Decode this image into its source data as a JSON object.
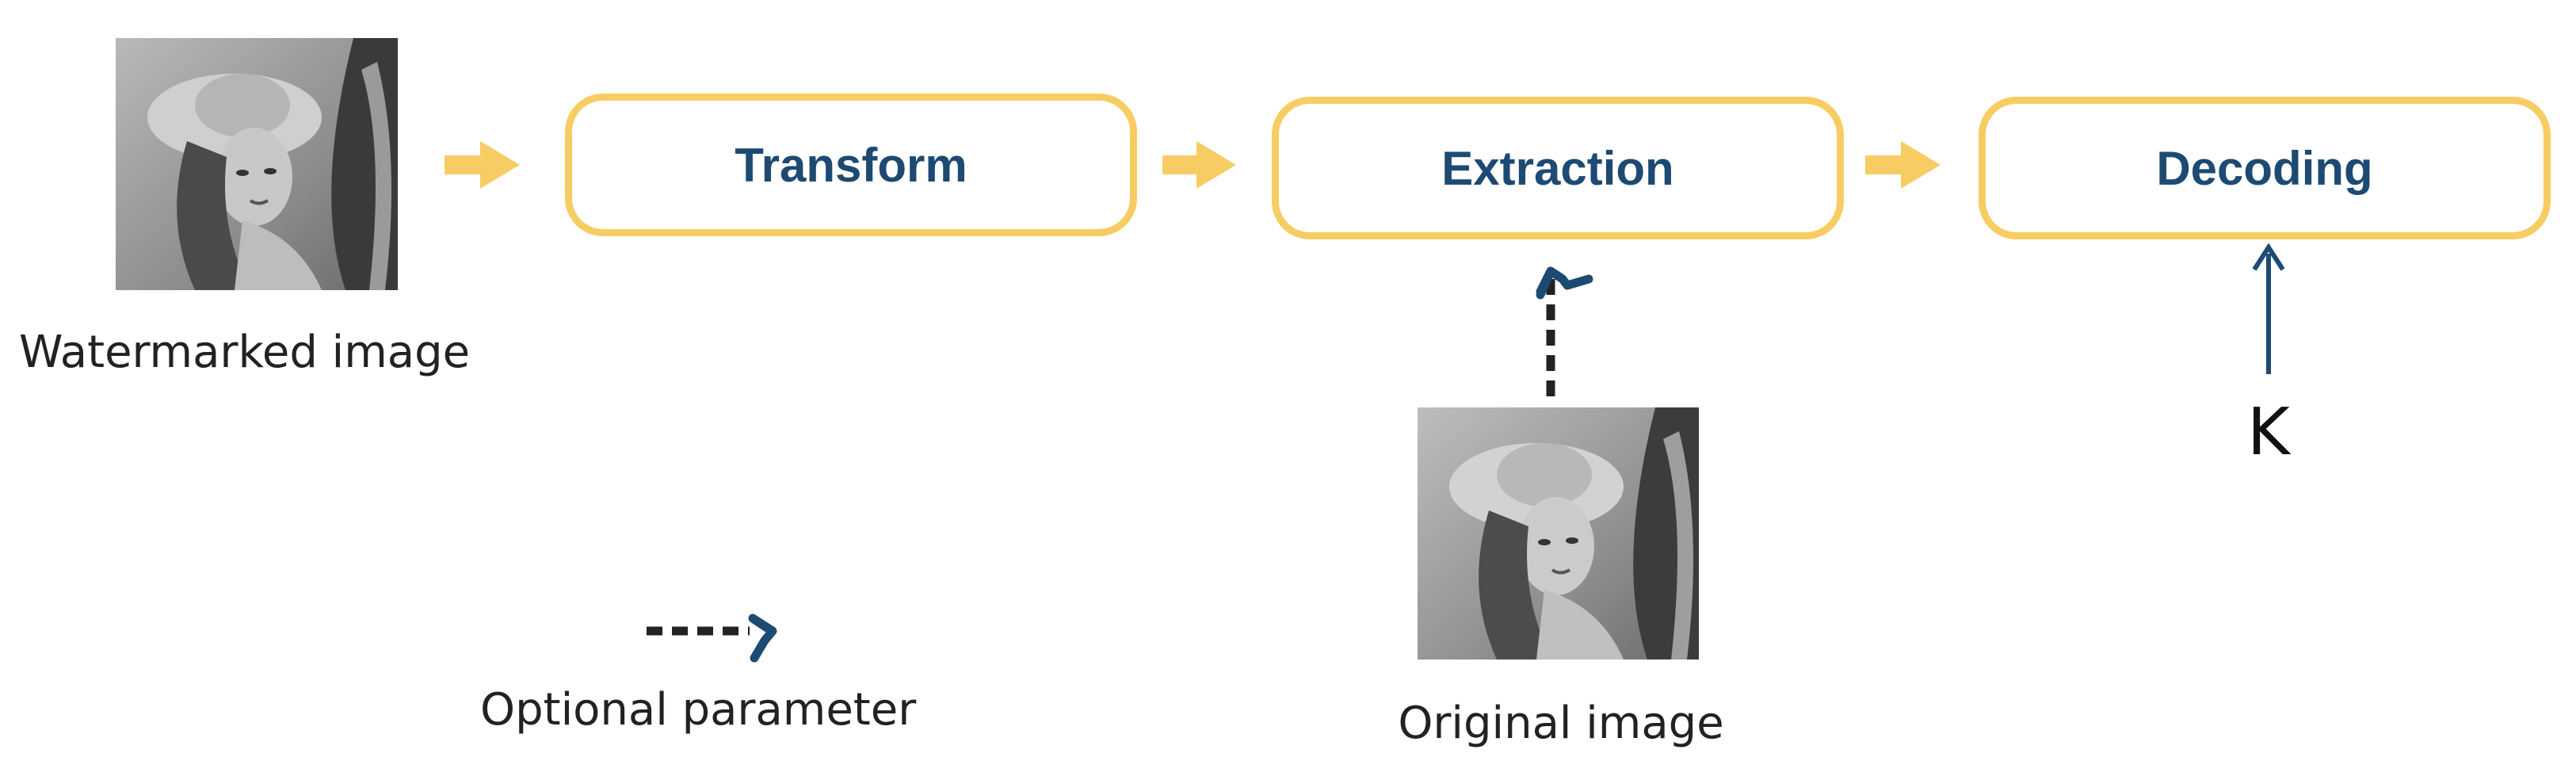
{
  "stages": {
    "transform": "Transform",
    "extraction": "Extraction",
    "decoding": "Decoding"
  },
  "labels": {
    "watermarked_image": "Watermarked image",
    "original_image": "Original image",
    "key": "K",
    "legend_optional": "Optional parameter"
  },
  "icons": {
    "flow_arrow": "yellow-flow-arrow-icon",
    "key_arrow": "blue-up-arrow-icon",
    "optional_arrow": "dashed-arrow-icon",
    "image": "portrait-photo-icon"
  },
  "colors": {
    "stage_border": "#f7cd63",
    "stage_text": "#1d4a72",
    "flow_arrow": "#f7cd63",
    "key_arrow": "#1d4a72",
    "dashed_arrow": "#222222",
    "dashed_head": "#1d4a72"
  }
}
